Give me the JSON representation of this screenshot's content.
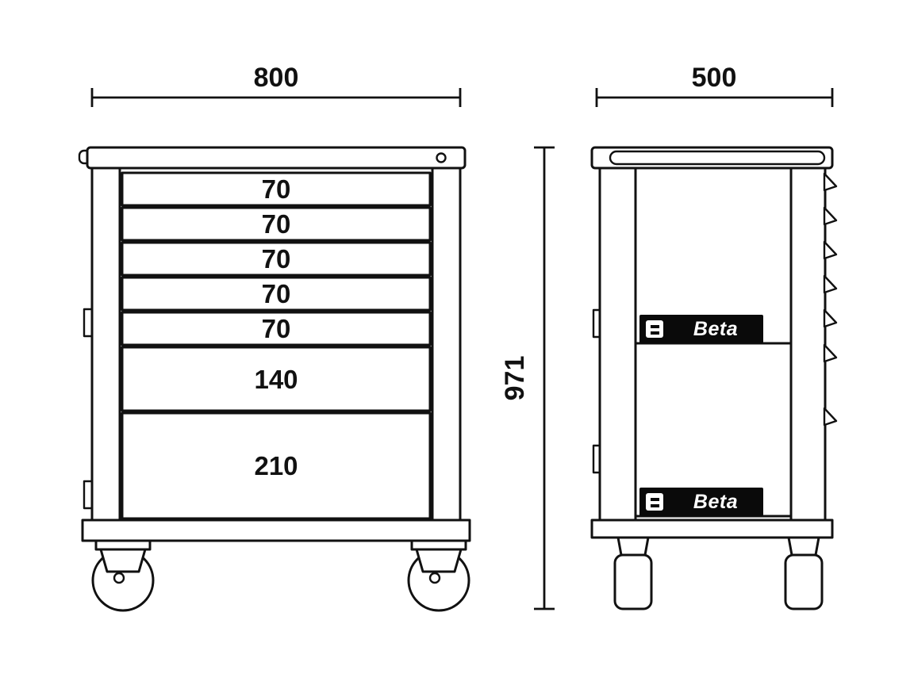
{
  "drawing_colors": {
    "background": "#ffffff",
    "line": "#111111",
    "logo_background": "#0a0a0a",
    "logo_text": "#ffffff"
  },
  "brand": "Beta",
  "front_view": {
    "width_label": "800",
    "drawers": [
      "70",
      "70",
      "70",
      "70",
      "70",
      "140",
      "210"
    ]
  },
  "side_view": {
    "depth_label": "500"
  },
  "height_label": "971"
}
